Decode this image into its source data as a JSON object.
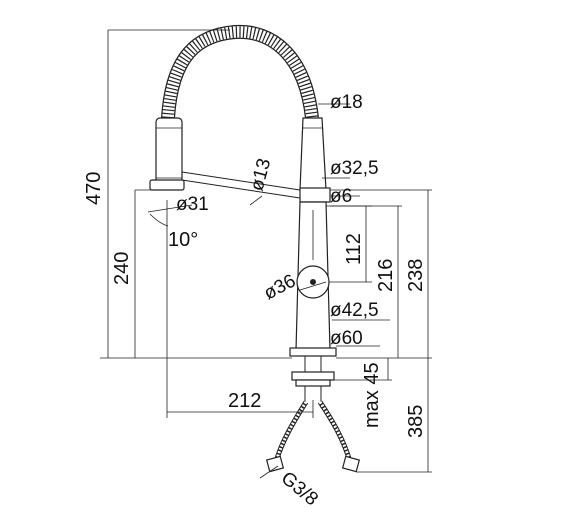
{
  "drawing": {
    "dimensions": {
      "total_height": "470",
      "height_240": "240",
      "height_216": "216",
      "height_238": "238",
      "height_112": "112",
      "reach": "212",
      "max45": "max 45",
      "height_385": "385",
      "angle": "10°"
    },
    "diameters": {
      "d18": "ø18",
      "d13": "ø13",
      "d32_5": "ø32,5",
      "d6": "ø6",
      "d31": "ø31",
      "d36": "ø36",
      "d42_5": "ø42,5",
      "d60": "ø60"
    },
    "thread": "G3/8"
  }
}
